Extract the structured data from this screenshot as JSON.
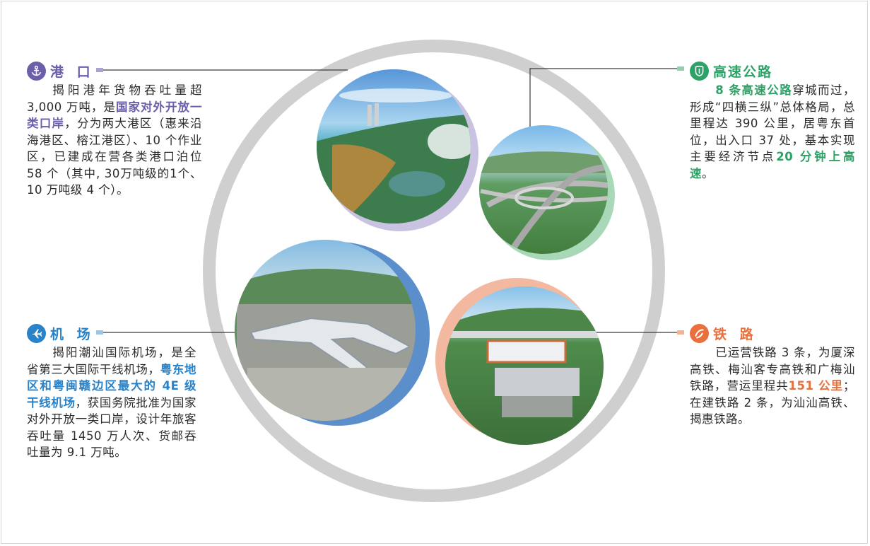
{
  "port": {
    "title": "港 口",
    "p1": "揭阳港年货物吞吐量超 3,000 万吨，是",
    "hl1": "国家对外开放一类口岸",
    "p2": "，分为两大港区（惠来沿海港区、榕江港区）、10 个作业区，已建成在营各类港口泊位 58 个（其中, 30万吨级的1个、10 万吨级 4 个）。"
  },
  "airport": {
    "title": "机 场",
    "p1": "揭阳潮汕国际机场，是全省第三大国际干线机场，",
    "hl1": "粤东地区和粤闽赣边区最大的 4E 级干线机场",
    "p2": "，获国务院批准为国家对外开放一类口岸，设计年旅客吞吐量 1450 万人次、货邮吞吐量为 9.1 万吨。"
  },
  "highway": {
    "title": "高速公路",
    "hl1": "8 条高速公路",
    "p1": "穿城而过，形成“四横三纵”总体格局，总里程达 390 公里，居粤东首位，出入口 37 处，基本实现主要经济节点",
    "hl2": "20 分钟上高速",
    "p2": "。"
  },
  "rail": {
    "title": "铁 路",
    "p1": "已运营铁路 3 条，为厦深高铁、梅汕客专高铁和广梅汕铁路，营运里程共",
    "hl1": "151 公里",
    "p2": "；在建铁路 2 条，为汕汕高铁、揭惠铁路。"
  },
  "colors": {
    "port": "#6c5eab",
    "airport": "#2a82c8",
    "highway": "#2ca266",
    "rail": "#e8703d",
    "ring": "#cfcfcf"
  },
  "icons": {
    "port": "anchor-icon",
    "airport": "airplane-icon",
    "highway": "road-icon",
    "rail": "rail-icon"
  }
}
